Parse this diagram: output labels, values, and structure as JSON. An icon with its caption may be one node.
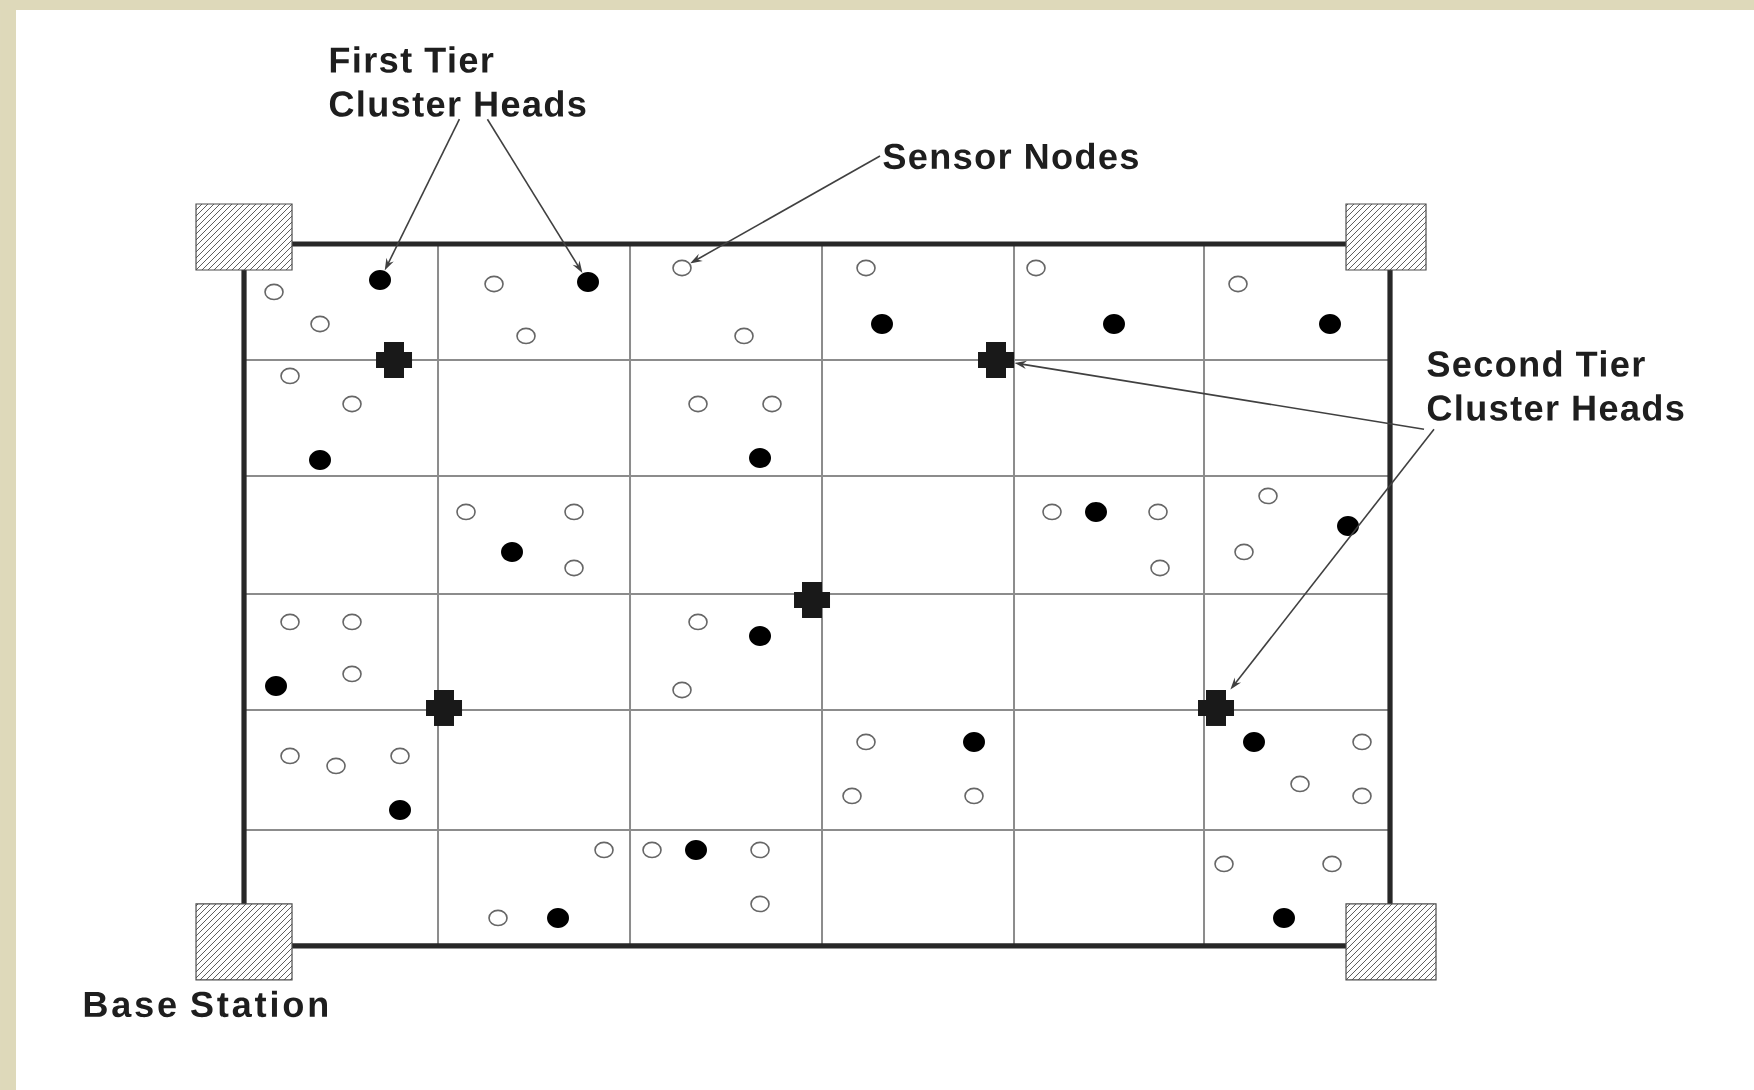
{
  "diagram": {
    "nodes": [
      {
        "text": [
          "First Tier Cluster Heads"
        ]
      },
      {
        "text": [],
        "shape": "circle"
      },
      {
        "text": [],
        "shape": "circle"
      },
      {
        "text": [
          "Sensor Nodes"
        ]
      },
      {
        "text": [],
        "shape": "circle"
      },
      {
        "text": [
          "Second Tier Cluster Heads"
        ]
      },
      {
        "text": [],
        "shape": "cross"
      },
      {
        "text": [],
        "shape": "cross"
      },
      {
        "text": [],
        "shape": "cross"
      },
      {
        "text": [],
        "shape": "cross"
      },
      {
        "text": [],
        "shape": "cross"
      }
    ],
    "edges": [
      {
        "from": 0,
        "to": 1,
        "arrow": "to"
      },
      {
        "from": 0,
        "to": 2,
        "arrow": "to"
      },
      {
        "from": 3,
        "to": 4,
        "arrow": "to"
      },
      {
        "from": 5,
        "to": 6,
        "arrow": "to"
      },
      {
        "from": 5,
        "to": 7,
        "arrow": "to"
      }
    ],
    "labels": [
      "Base Station"
    ]
  }
}
